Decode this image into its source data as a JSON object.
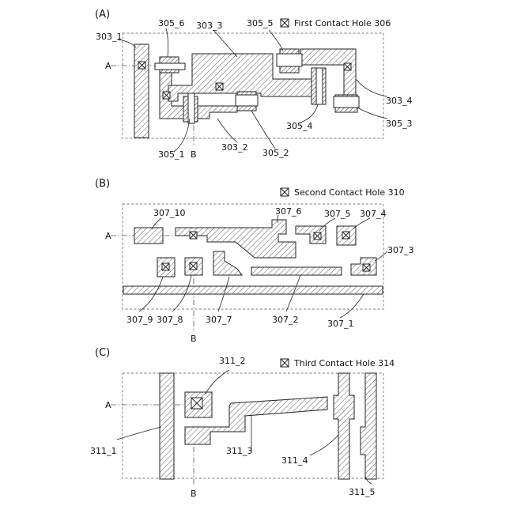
{
  "panels": {
    "A": {
      "panel_label": "(A)",
      "legend": "First Contact Hole 306",
      "labels": {
        "l303_1": "303_1",
        "l305_6": "305_6",
        "l303_3": "303_3",
        "l305_5": "305_5",
        "lA": "A",
        "l303_4": "303_4",
        "l305_4": "305_4",
        "l305_3": "305_3",
        "l305_1": "305_1",
        "lB": "B",
        "l303_2": "303_2",
        "l305_2": "305_2"
      }
    },
    "B": {
      "panel_label": "(B)",
      "legend": "Second Contact Hole 310",
      "labels": {
        "l307_10": "307_10",
        "l307_6": "307_6",
        "l307_5": "307_5",
        "l307_4": "307_4",
        "lA": "A",
        "l307_3": "307_3",
        "l307_9": "307_9",
        "l307_8": "307_8",
        "l307_7": "307_7",
        "l307_2": "307_2",
        "l307_1": "307_1",
        "lB": "B"
      }
    },
    "C": {
      "panel_label": "(C)",
      "legend": "Third Contact Hole 314",
      "labels": {
        "l311_2": "311_2",
        "lA": "A",
        "l311_1": "311_1",
        "l311_3": "311_3",
        "l311_4": "311_4",
        "l311_5": "311_5",
        "lB": "B"
      }
    }
  }
}
